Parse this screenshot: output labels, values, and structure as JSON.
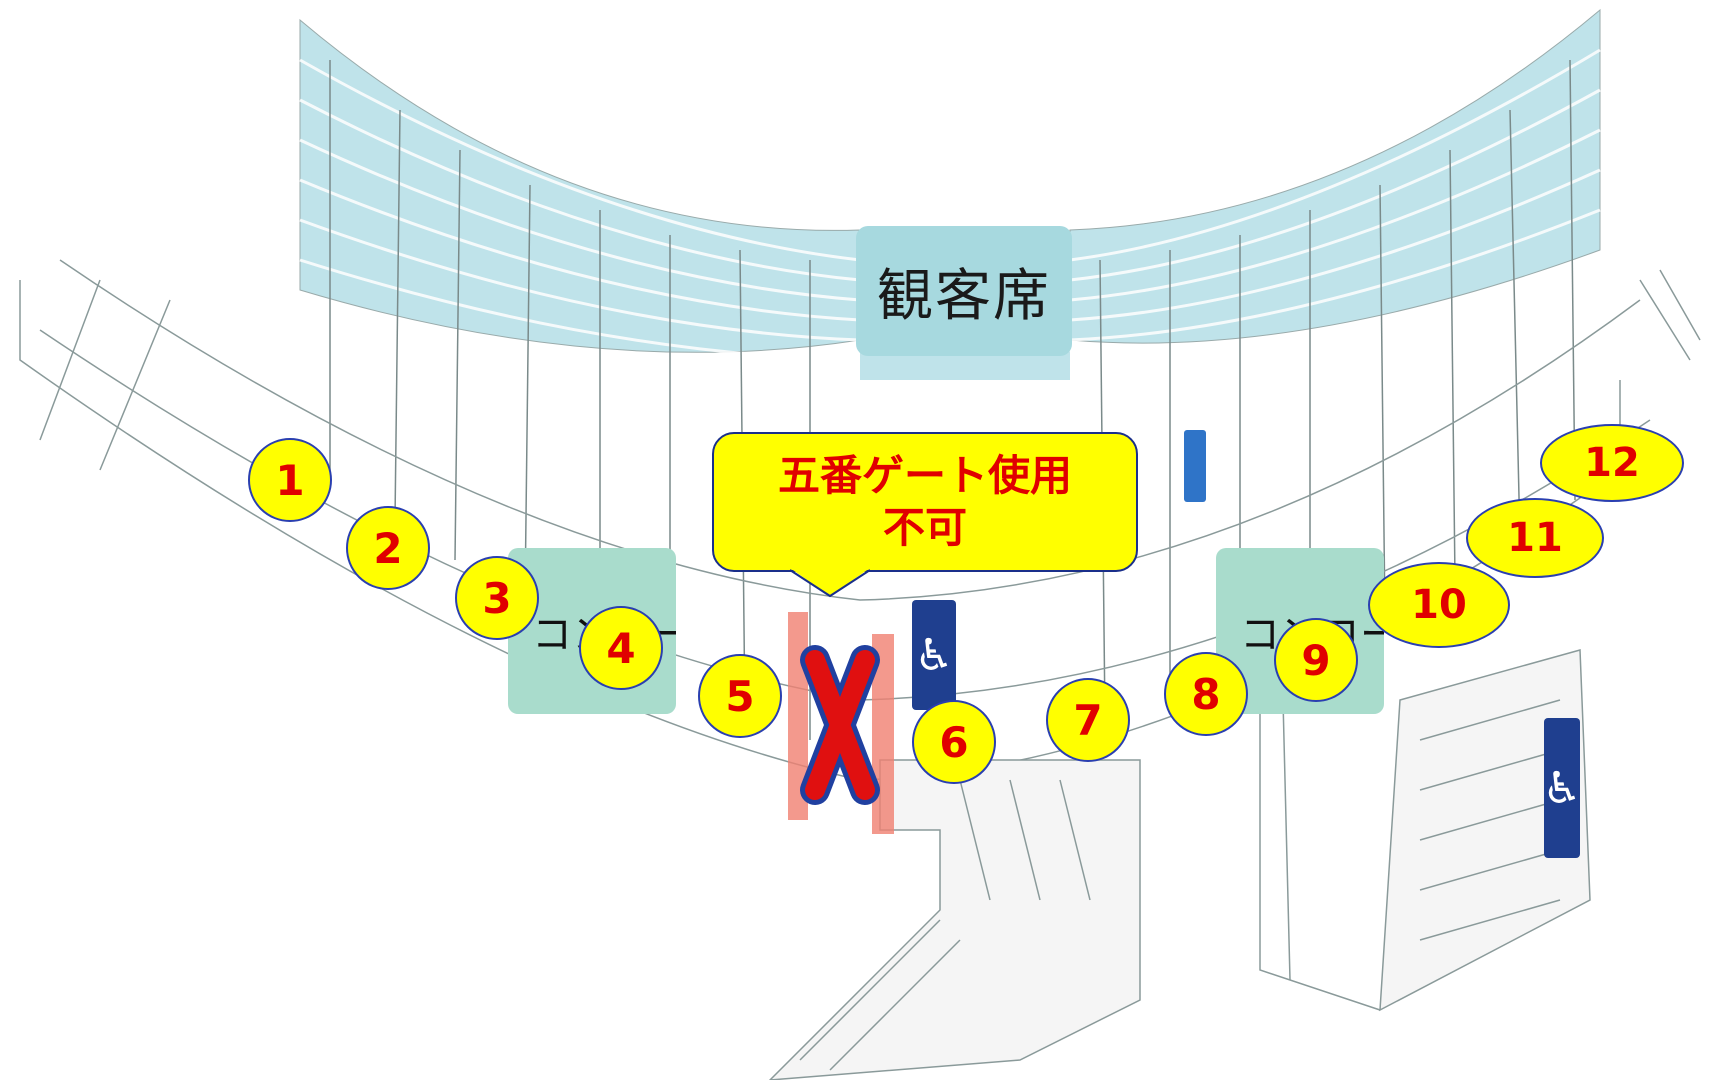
{
  "map": {
    "seats_label": "観客席",
    "concourse_left_label": "コンコース",
    "concourse_right_label": "コンコース",
    "notice_line1": "五番ゲート使用",
    "notice_line2": "不可",
    "closed_gate_mark": "X",
    "closed_gate": "5",
    "accessibility_icon": "wheelchair-icon"
  },
  "gates": [
    "1",
    "2",
    "3",
    "4",
    "5",
    "6",
    "7",
    "8",
    "9",
    "10",
    "11",
    "12"
  ],
  "colors": {
    "gate_fill": "#ffff00",
    "gate_text": "#e00000",
    "gate_border": "#2a3fb0",
    "seat_band": "#bfe3ea",
    "concourse_box": "#a9dccc",
    "seats_box": "#a7d9df",
    "closed_highlight": "#f08070",
    "closed_x": "#c81a1a",
    "closed_x_outline": "#2040a0",
    "wheelchair_sign": "#1f3f8f"
  }
}
